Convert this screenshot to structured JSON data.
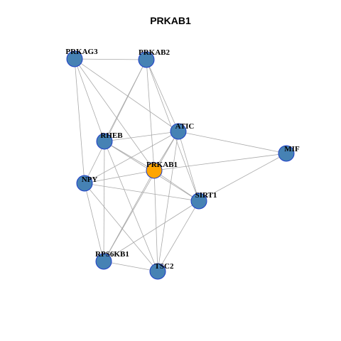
{
  "title": "PRKAB1",
  "colors": {
    "node_default": "#4682B4",
    "node_border": "#1E3EC8",
    "node_focus": "#FFA500",
    "edge": "#A9A9A9"
  },
  "nodes": [
    {
      "id": "PRKAG3",
      "label": "PRKAG3",
      "focus": false
    },
    {
      "id": "PRKAB2",
      "label": "PRKAB2",
      "focus": false
    },
    {
      "id": "RHEB",
      "label": "RHEB",
      "focus": false
    },
    {
      "id": "ATIC",
      "label": "ATIC",
      "focus": false
    },
    {
      "id": "MIF",
      "label": "MIF",
      "focus": false
    },
    {
      "id": "PRKAB1",
      "label": "PRKAB1",
      "focus": true
    },
    {
      "id": "NPY",
      "label": "NPY",
      "focus": false
    },
    {
      "id": "SIRT1",
      "label": "SIRT1",
      "focus": false
    },
    {
      "id": "RPS6KB1",
      "label": "RPS6KB1",
      "focus": false
    },
    {
      "id": "TSC2",
      "label": "TSC2",
      "focus": false
    }
  ],
  "edges": [
    [
      "PRKAG3",
      "PRKAB2"
    ],
    [
      "PRKAG3",
      "RHEB"
    ],
    [
      "PRKAG3",
      "ATIC"
    ],
    [
      "PRKAG3",
      "PRKAB1"
    ],
    [
      "PRKAG3",
      "NPY"
    ],
    [
      "PRKAB2",
      "RHEB"
    ],
    [
      "PRKAB2",
      "ATIC"
    ],
    [
      "PRKAB2",
      "NPY"
    ],
    [
      "PRKAB2",
      "PRKAB1"
    ],
    [
      "PRKAB2",
      "SIRT1"
    ],
    [
      "RHEB",
      "ATIC"
    ],
    [
      "RHEB",
      "PRKAB1"
    ],
    [
      "RHEB",
      "SIRT1"
    ],
    [
      "RHEB",
      "RPS6KB1"
    ],
    [
      "RHEB",
      "TSC2"
    ],
    [
      "ATIC",
      "MIF"
    ],
    [
      "ATIC",
      "PRKAB1"
    ],
    [
      "ATIC",
      "NPY"
    ],
    [
      "ATIC",
      "SIRT1"
    ],
    [
      "ATIC",
      "RPS6KB1"
    ],
    [
      "ATIC",
      "TSC2"
    ],
    [
      "MIF",
      "PRKAB1"
    ],
    [
      "MIF",
      "SIRT1"
    ],
    [
      "PRKAB1",
      "NPY"
    ],
    [
      "PRKAB1",
      "SIRT1"
    ],
    [
      "PRKAB1",
      "RPS6KB1"
    ],
    [
      "PRKAB1",
      "TSC2"
    ],
    [
      "NPY",
      "SIRT1"
    ],
    [
      "NPY",
      "RPS6KB1"
    ],
    [
      "NPY",
      "TSC2"
    ],
    [
      "SIRT1",
      "RPS6KB1"
    ],
    [
      "SIRT1",
      "TSC2"
    ],
    [
      "RPS6KB1",
      "TSC2"
    ]
  ]
}
